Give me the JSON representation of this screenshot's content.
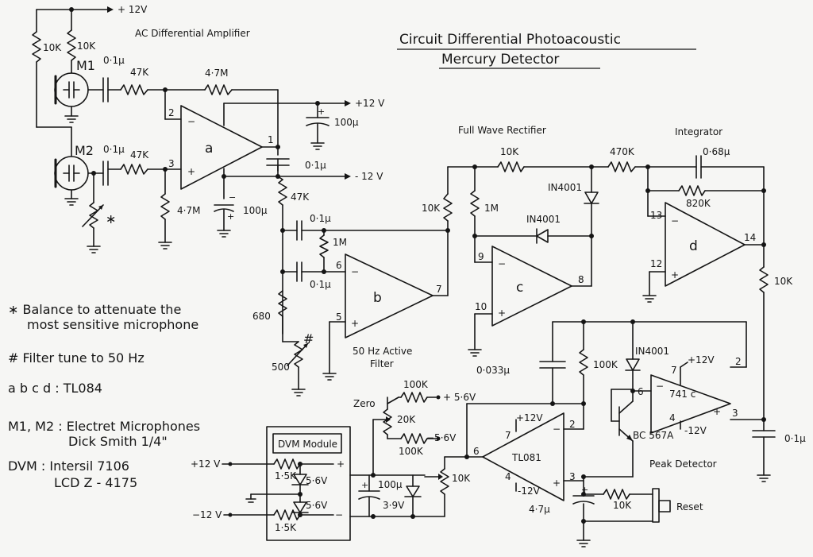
{
  "title": {
    "line1": "Circuit  Differential  Photoacoustic",
    "line2": "Mercury  Detector"
  },
  "sections": {
    "ac_amp": "AC  Differential   Amplifier",
    "full_wave": "Full  Wave  Rectifier",
    "integrator": "Integrator",
    "active_filter_1": "50 Hz  Active",
    "active_filter_2": "Filter",
    "peak_detector": "Peak  Detector",
    "dvm_module": "DVM Module",
    "zero": "Zero",
    "reset": "Reset"
  },
  "supplies": {
    "pos12": "+ 12V",
    "neg12": "- 12 V",
    "pos12b": "+12 V",
    "neg12b": "−12 V",
    "pos56": "+ 5·6V",
    "neg56": "−5·6V",
    "pos12c": "+12V",
    "neg12c": "-12V"
  },
  "opamps": {
    "a": "a",
    "b": "b",
    "c": "c",
    "d": "d",
    "tl081": "TL081",
    "op741": "741 c"
  },
  "mics": {
    "m1": "M1",
    "m2": "M2"
  },
  "components": {
    "r10k_a": "10K",
    "r10k_b": "10K",
    "c01_m1": "0·1μ",
    "r47k_m1": "47K",
    "r47m_fb": "4·7M",
    "c01_m2": "0·1μ",
    "r47k_m2": "47K",
    "r47m_gnd": "4·7M",
    "c100u_a": "100μ",
    "c100u_b": "100μ",
    "c01_sup": "0·1μ",
    "r47k_out": "47K",
    "c01_f1": "0·1μ",
    "r1m_f": "1M",
    "c01_f2": "0·1μ",
    "r680": "680",
    "r500": "500",
    "r10k_c": "10K",
    "r10k_rect": "10K",
    "r1m_rect": "1M",
    "d1": "IN4001",
    "d2": "IN4001",
    "r470k": "470K",
    "c068": "0·68μ",
    "r820k": "820K",
    "r10k_d": "10K",
    "c0033": "0·033μ",
    "r100k_pk": "100K",
    "d3": "IN4001",
    "bc567": "BC 567A",
    "c01_out": "0·1μ",
    "r100k_z1": "100K",
    "r20k": "20K",
    "r100k_z2": "100K",
    "c100u_dvm": "100μ",
    "z39": "3·9V",
    "r15k_1": "1·5K",
    "r15k_2": "1·5K",
    "z56_1": "5·6V",
    "z56_2": "5·6V",
    "r10k_pot": "10K",
    "c47u": "4·7μ",
    "r10k_rst": "10K"
  },
  "pins": {
    "a2": "2",
    "a3": "3",
    "a1": "1",
    "b6": "6",
    "b5": "5",
    "b7": "7",
    "c9": "9",
    "c10": "10",
    "c8": "8",
    "d13": "13",
    "d12": "12",
    "d14": "14",
    "t6": "6",
    "t7": "7",
    "t2": "2",
    "t4": "4",
    "t3": "3",
    "p7": "7",
    "p6": "6",
    "p4": "4",
    "p3": "3",
    "p2": "2"
  },
  "notes": {
    "balance_1": "∗ Balance to attenuate the",
    "balance_2": "most sensitive microphone",
    "filter": "#  Filter tune to 50 Hz",
    "chips": "a b c d :  TL084",
    "mics_1": "M1, M2 :  Electret  Microphones",
    "mics_2": "Dick  Smith  1/4\"",
    "dvm_1": "DVM :  Intersil  7106",
    "dvm_2": "LCD  Z - 4175"
  },
  "marks": {
    "star": "∗",
    "hash": "#"
  }
}
